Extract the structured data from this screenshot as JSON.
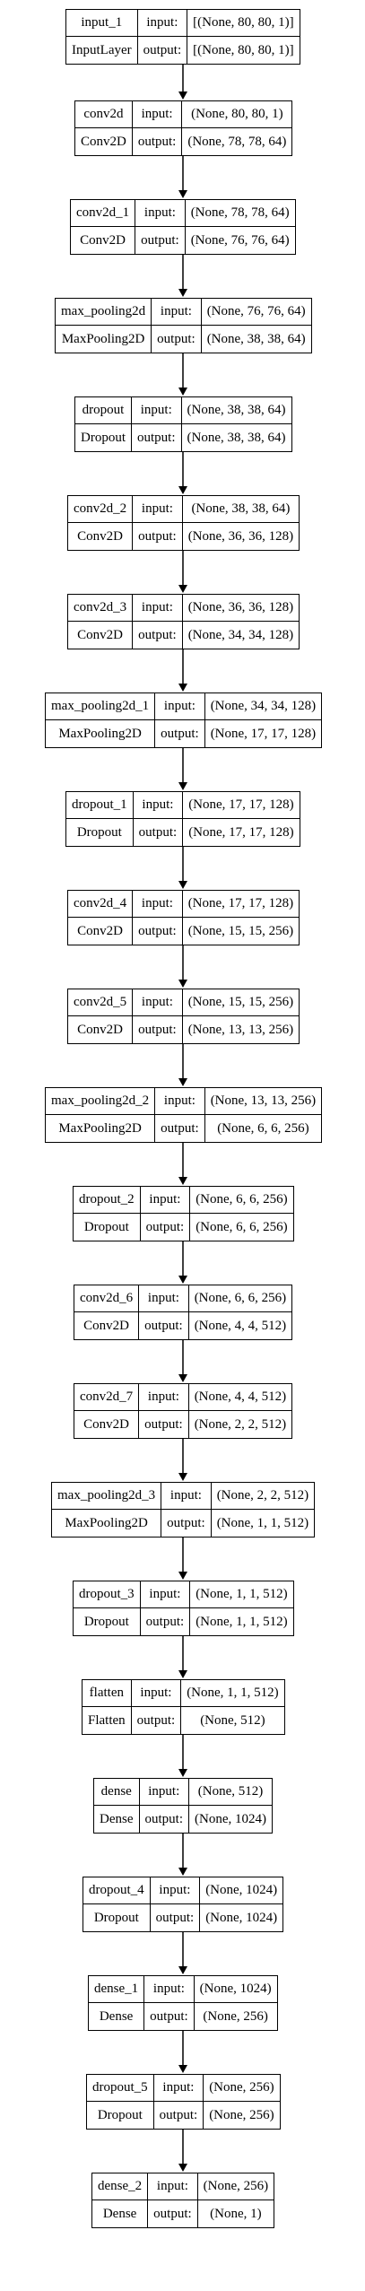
{
  "diagram": {
    "input_label": "input:",
    "output_label": "output:",
    "layers": [
      {
        "name": "input_1",
        "type": "InputLayer",
        "input": "[(None, 80, 80, 1)]",
        "output": "[(None, 80, 80, 1)]"
      },
      {
        "name": "conv2d",
        "type": "Conv2D",
        "input": "(None, 80, 80, 1)",
        "output": "(None, 78, 78, 64)"
      },
      {
        "name": "conv2d_1",
        "type": "Conv2D",
        "input": "(None, 78, 78, 64)",
        "output": "(None, 76, 76, 64)"
      },
      {
        "name": "max_pooling2d",
        "type": "MaxPooling2D",
        "input": "(None, 76, 76, 64)",
        "output": "(None, 38, 38, 64)"
      },
      {
        "name": "dropout",
        "type": "Dropout",
        "input": "(None, 38, 38, 64)",
        "output": "(None, 38, 38, 64)"
      },
      {
        "name": "conv2d_2",
        "type": "Conv2D",
        "input": "(None, 38, 38, 64)",
        "output": "(None, 36, 36, 128)"
      },
      {
        "name": "conv2d_3",
        "type": "Conv2D",
        "input": "(None, 36, 36, 128)",
        "output": "(None, 34, 34, 128)"
      },
      {
        "name": "max_pooling2d_1",
        "type": "MaxPooling2D",
        "input": "(None, 34, 34, 128)",
        "output": "(None, 17, 17, 128)"
      },
      {
        "name": "dropout_1",
        "type": "Dropout",
        "input": "(None, 17, 17, 128)",
        "output": "(None, 17, 17, 128)"
      },
      {
        "name": "conv2d_4",
        "type": "Conv2D",
        "input": "(None, 17, 17, 128)",
        "output": "(None, 15, 15, 256)"
      },
      {
        "name": "conv2d_5",
        "type": "Conv2D",
        "input": "(None, 15, 15, 256)",
        "output": "(None, 13, 13, 256)"
      },
      {
        "name": "max_pooling2d_2",
        "type": "MaxPooling2D",
        "input": "(None, 13, 13, 256)",
        "output": "(None, 6, 6, 256)"
      },
      {
        "name": "dropout_2",
        "type": "Dropout",
        "input": "(None, 6, 6, 256)",
        "output": "(None, 6, 6, 256)"
      },
      {
        "name": "conv2d_6",
        "type": "Conv2D",
        "input": "(None, 6, 6, 256)",
        "output": "(None, 4, 4, 512)"
      },
      {
        "name": "conv2d_7",
        "type": "Conv2D",
        "input": "(None, 4, 4, 512)",
        "output": "(None, 2, 2, 512)"
      },
      {
        "name": "max_pooling2d_3",
        "type": "MaxPooling2D",
        "input": "(None, 2, 2, 512)",
        "output": "(None, 1, 1, 512)"
      },
      {
        "name": "dropout_3",
        "type": "Dropout",
        "input": "(None, 1, 1, 512)",
        "output": "(None, 1, 1, 512)"
      },
      {
        "name": "flatten",
        "type": "Flatten",
        "input": "(None, 1, 1, 512)",
        "output": "(None, 512)"
      },
      {
        "name": "dense",
        "type": "Dense",
        "input": "(None, 512)",
        "output": "(None, 1024)"
      },
      {
        "name": "dropout_4",
        "type": "Dropout",
        "input": "(None, 1024)",
        "output": "(None, 1024)"
      },
      {
        "name": "dense_1",
        "type": "Dense",
        "input": "(None, 1024)",
        "output": "(None, 256)"
      },
      {
        "name": "dropout_5",
        "type": "Dropout",
        "input": "(None, 256)",
        "output": "(None, 256)"
      },
      {
        "name": "dense_2",
        "type": "Dense",
        "input": "(None, 256)",
        "output": "(None, 1)"
      }
    ]
  }
}
